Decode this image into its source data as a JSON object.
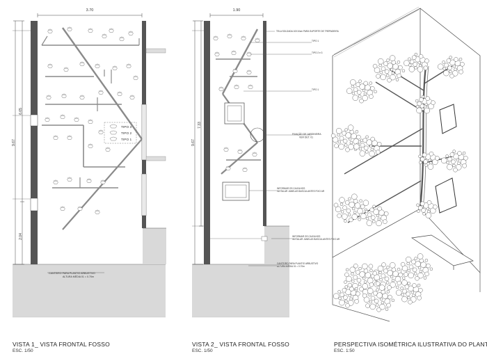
{
  "sheet": {
    "view1": {
      "caption": "VISTA 1_ VISTA FRONTAL FOSSO",
      "scale": "ESC. 1/50",
      "dim_top": "3.70",
      "dim_left_total": "9.67",
      "dim_left_upper": "6.65",
      "dim_left_lower": "2.04",
      "legend": [
        "TIPO 3",
        "TIPO 2",
        "TIPO 1"
      ],
      "note_bottom": "CANTEIRO PARA PLANTIO ARBUSTIVO\nALTURA MÉDIA 01 = 0.70m"
    },
    "view2": {
      "caption": "VISTA 2_ VISTA FRONTAL FOSSO",
      "scale": "ESC. 1/50",
      "dim_top": "1.90",
      "dim_left_total": "9.67",
      "dim_left_upper": "7.33",
      "notes": [
        "TELA SOLDADA 10X10cm PARA SUPORTE DE TREPADEIRA",
        "TIPO 1",
        "TIPO 2 e 3",
        "TIPO 1",
        "FIXAÇÃO DE JARDINEIRA VER DET. 01",
        "INFORMAR OS CAIXILHOS INSTALAR JANELAS BASCULANTES FIXO AR",
        "INFORMAR OS CAIXILHOS INSTALAR JANELAS BASCULANTES FIXO AR",
        "CANTEIRO PARA PLANTIO ARBUSTIVO ALTURA MÉDIA 01 = 0.70m"
      ]
    },
    "perspective": {
      "caption": "PERSPECTIVA ISOMÉTRICA ILUSTRATIVA DO PLANTIO",
      "scale": "ESC. 1:50"
    }
  },
  "colors": {
    "line": "#333333",
    "wall": "#555555",
    "ground": "#d9d9d9",
    "branch": "#8a8a8a"
  }
}
